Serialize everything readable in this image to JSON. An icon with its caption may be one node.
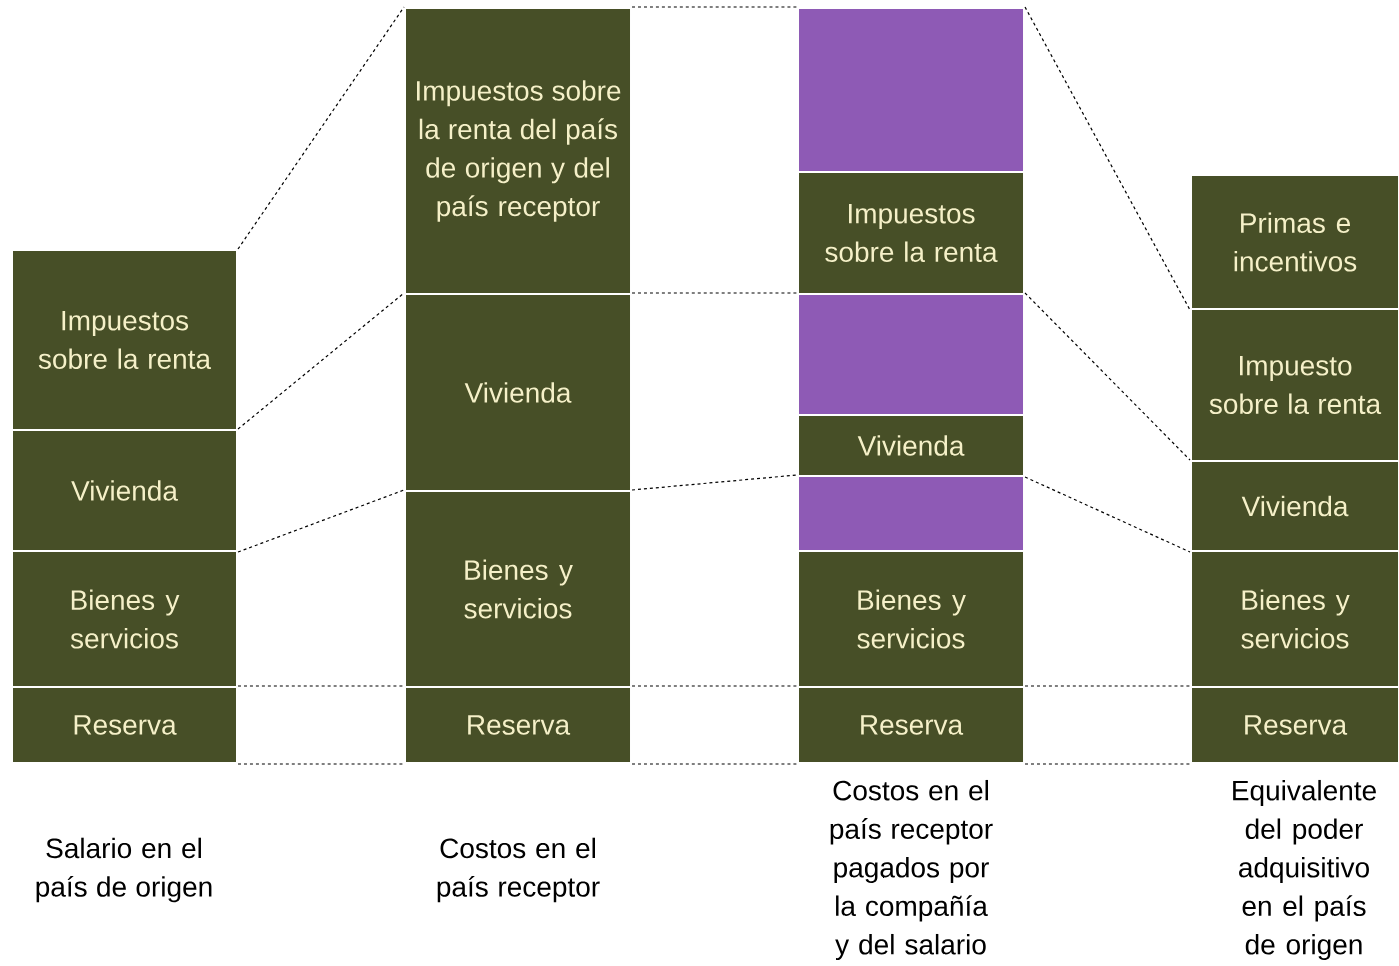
{
  "diagram": {
    "nodes": [
      {
        "text": [
          "Impuestos sobre la renta"
        ]
      },
      {
        "text": [
          "Vivienda"
        ]
      },
      {
        "text": [
          "Bienes y servicios"
        ]
      },
      {
        "text": [
          "Reserva"
        ]
      },
      {
        "text": [
          "Impuestos sobre la renta del país de origen y del país receptor"
        ]
      },
      {
        "text": [
          "Vivienda"
        ]
      },
      {
        "text": [
          "Bienes y servicios"
        ]
      },
      {
        "text": [
          "Reserva"
        ]
      },
      {
        "text": [],
        "shape": "box"
      },
      {
        "text": [
          "Impuestos sobre la renta"
        ]
      },
      {
        "text": [],
        "shape": "box"
      },
      {
        "text": [
          "Vivienda"
        ]
      },
      {
        "text": [],
        "shape": "box"
      },
      {
        "text": [
          "Bienes y servicios"
        ]
      },
      {
        "text": [
          "Reserva"
        ]
      },
      {
        "text": [
          "Primas e incentivos"
        ]
      },
      {
        "text": [
          "Impuesto sobre la renta"
        ]
      },
      {
        "text": [
          "Vivienda"
        ]
      },
      {
        "text": [
          "Bienes y servicios"
        ]
      },
      {
        "text": [
          "Reserva"
        ]
      }
    ],
    "edges": [
      {
        "from": 0,
        "to": 4,
        "arrow": "none",
        "style": "dashed"
      },
      {
        "from": 1,
        "to": 5,
        "arrow": "none",
        "style": "dashed"
      },
      {
        "from": 1,
        "to": 6,
        "arrow": "none",
        "style": "dashed"
      },
      {
        "from": 3,
        "to": 7,
        "arrow": "none",
        "style": "dashed"
      },
      {
        "from": 3,
        "to": 7,
        "arrow": "none",
        "style": "dashed"
      },
      {
        "from": 4,
        "to": 8,
        "arrow": "none",
        "style": "dashed"
      },
      {
        "from": 5,
        "to": 10,
        "arrow": "none",
        "style": "dashed"
      },
      {
        "from": 6,
        "to": 12,
        "arrow": "none",
        "style": "dashed"
      },
      {
        "from": 7,
        "to": 14,
        "arrow": "none",
        "style": "dashed"
      },
      {
        "from": 7,
        "to": 14,
        "arrow": "none",
        "style": "dashed"
      },
      {
        "from": 8,
        "to": 15,
        "arrow": "none",
        "style": "dashed"
      },
      {
        "from": 10,
        "to": 17,
        "arrow": "none",
        "style": "dashed"
      },
      {
        "from": 11,
        "to": 17,
        "arrow": "none",
        "style": "dashed"
      },
      {
        "from": 14,
        "to": 19,
        "arrow": "none",
        "style": "dashed"
      },
      {
        "from": 14,
        "to": 19,
        "arrow": "none",
        "style": "dashed"
      }
    ],
    "labels": [
      "Salario en el país de origen",
      "Costos en el país receptor",
      "Costos en el país receptor pagados por la compañía y del salario",
      "Equivalente del poder adquisitivo en el país de origen"
    ]
  }
}
